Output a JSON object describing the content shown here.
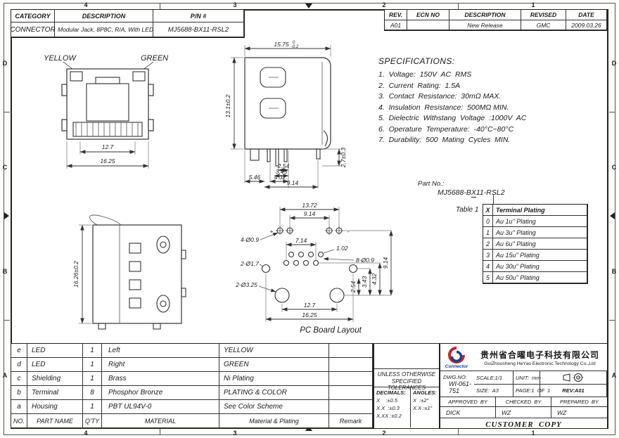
{
  "zones": {
    "top": [
      "4",
      "3",
      "2",
      "1"
    ],
    "bottom": [
      "4",
      "3",
      "2",
      "1"
    ],
    "left": [
      "D",
      "C",
      "B",
      "A"
    ],
    "right": [
      "D",
      "C",
      "B",
      "A"
    ]
  },
  "category_table": {
    "h_category": "CATEGORY",
    "h_description": "DESCRIPTION",
    "h_pn": "P/N #",
    "category": "CONNECTOR",
    "description": "Modular Jack, 8P8C, R/A, With LED",
    "pn": "MJ5688-BX11-RSL2"
  },
  "rev_table": {
    "h_rev": "REV.",
    "h_ecn": "ECN NO",
    "h_desc": "DESCRIPTION",
    "h_revised": "REVISED",
    "h_date": "DATE",
    "rev": "A01",
    "ecn": "",
    "desc": "New Release",
    "revised": "GMC",
    "date": "2009.03.26"
  },
  "specs": {
    "title": "SPECIFICATIONS:",
    "items": [
      "1.  Voltage:  150V  AC  RMS",
      "2.  Current  Rating:  1.5A",
      "3.  Contact  Resistance:  30mΩ MAX.",
      "4.  Insulation  Resistance:  500MΩ MIN.",
      "5.  Dielectric  Withstang  Voltage  :1000V  AC",
      "6.  Operature  Temperature:  -40°C~80°C",
      "7.  Durability:  500  Mating  Cycles  MIN."
    ]
  },
  "part_no": {
    "label": "Part No.:",
    "prefix": "MJ5688-B",
    "x": "X",
    "suffix": "11-RSL2"
  },
  "table1": {
    "caption": "Table 1",
    "h_x": "X",
    "h_plating": "Terminal Plating",
    "rows": [
      [
        "0",
        "Au 1u\" Plating"
      ],
      [
        "1",
        "Au 3u\" Plating"
      ],
      [
        "2",
        "Au 6u\" Plating"
      ],
      [
        "3",
        "Au 15u\" Plating"
      ],
      [
        "4",
        "Au 30u\" Plating"
      ],
      [
        "5",
        "Au 50u\" Plating"
      ]
    ]
  },
  "front_view": {
    "yellow": "YELLOW",
    "green": "GREEN",
    "dim_inner": "12.7",
    "dim_outer": "16.25"
  },
  "side_view": {
    "dim_width": "15.75",
    "tol_hi": "0",
    "tol_lo": "-0.2",
    "dim_height": "13.1±0.2",
    "dim_pins": "2.7±0.3",
    "d254": "2.54",
    "d343": "3.43",
    "d432": "4.32",
    "d546": "5.46",
    "d914": "9.14"
  },
  "rear_view": {
    "dim_height": "16.26±0.2"
  },
  "pcb": {
    "title": "PC Board Layout",
    "plus": "+",
    "minus": "-",
    "d1372": "13.72",
    "d914_top": "9.14",
    "d714": "7.14",
    "d102": "1.02",
    "c_led": "4-Ø0.9",
    "c_pins": "8-Ø0.9",
    "c_shield": "2-Ø1.7",
    "c_posts": "2-Ø3.25",
    "r254": "2.54",
    "r343": "3.43",
    "r432": "4.32",
    "r914": "9.14",
    "b127": "12.7",
    "b1625": "16.25"
  },
  "bom": {
    "h_no": "NO.",
    "h_part": "PART NAME",
    "h_qty": "Q'TY",
    "h_material": "MATERIAL",
    "h_plating": "Material & Plating",
    "h_remark": "Remark",
    "rows": [
      {
        "no": "e",
        "part": "LED",
        "qty": "1",
        "material": "Left",
        "plating": "YELLOW",
        "remark": ""
      },
      {
        "no": "d",
        "part": "LED",
        "qty": "1",
        "material": "Right",
        "plating": "GREEN",
        "remark": ""
      },
      {
        "no": "c",
        "part": "Shielding",
        "qty": "1",
        "material": "Brass",
        "plating": "Ni Plating",
        "remark": ""
      },
      {
        "no": "b",
        "part": "Terminal",
        "qty": "8",
        "material": "Phosphor Bronze",
        "plating": "PLATING & COLOR",
        "remark": ""
      },
      {
        "no": "a",
        "part": "Housing",
        "qty": "1",
        "material": "PBT UL94V-0",
        "plating": "See Color Scheme",
        "remark": ""
      }
    ]
  },
  "tolerances": {
    "line1": "UNLESS OTHERWISE",
    "line2": "SPECIFIED TOLERANCES",
    "decimals_label": "DECIMALS:",
    "angles_label": "ANGLES:",
    "dec1": "X    :±0.5",
    "dec2": "X.X  :±0.3",
    "dec3": "X.XX :±0.2",
    "ang1": "X  :±2°",
    "ang2": "X.X :±1°"
  },
  "title_block": {
    "logo_caption": "Connector",
    "company_cn": "贵州省合曜电子科技有限公司",
    "company_en": "GuiZhousheng HeYao Electronic Technology Co.,Ltd",
    "scale": "SCALE:1/1",
    "unit": "UNIT:  mm",
    "dwg_label": "DWG.NO:",
    "dwg_no": "WI-061-751",
    "size": "SIZE:  A3",
    "page": "PAGE:1  OF  1",
    "rev": "REV:A01",
    "approved_label": "APPROVED  BY",
    "checked_label": "CHECKED  BY",
    "prepared_label": "PREPARED  BY",
    "approved": "DICK",
    "checked": "WZ",
    "prepared": "WZ",
    "footer": "CUSTOMER  COPY"
  },
  "colors": {
    "accent_red": "#c1272d",
    "accent_blue": "#1b3f8f",
    "line": "#222222"
  }
}
